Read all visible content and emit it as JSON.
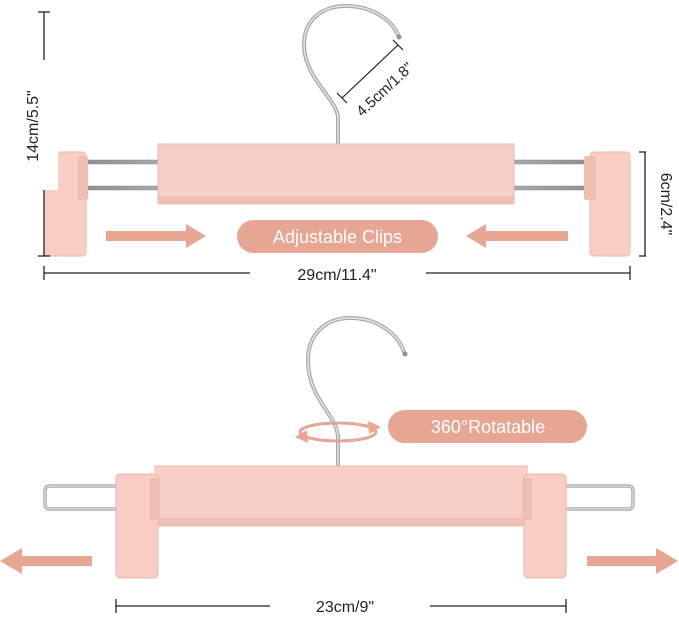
{
  "colors": {
    "hanger_body": "#f7cfc6",
    "hanger_shade": "#efbdb2",
    "accent": "#e7a593",
    "metal": "#b9bcc1",
    "metal_dark": "#7d8086",
    "dimension_line": "#222222",
    "pill_text": "#ffffff"
  },
  "top_hanger": {
    "height_label": "14cm/5.5\"",
    "hook_label": "4.5cm/1.8\"",
    "clip_label": "6cm/2.4\"",
    "width_label": "29cm/11.4\"",
    "feature_label": "Adjustable Clips"
  },
  "bottom_hanger": {
    "feature_label": "360°Rotatable",
    "width_label": "23cm/9\""
  }
}
